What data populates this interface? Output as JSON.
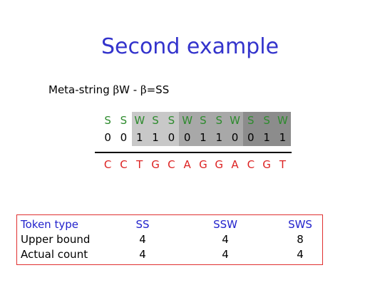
{
  "slide": {
    "title": "Second example",
    "meta_prefix": "Meta-string ",
    "meta_beta1": "β",
    "meta_mid": "W - ",
    "meta_beta2": "β",
    "meta_suffix": "=SS"
  },
  "sequence": {
    "top_row": [
      "S",
      "S",
      "W",
      "S",
      "S",
      "W",
      "S",
      "S",
      "W",
      "S",
      "S",
      "W"
    ],
    "bottom_row": [
      "0",
      "0",
      "1",
      "1",
      "0",
      "0",
      "1",
      "1",
      "0",
      "0",
      "1",
      "1"
    ],
    "dna_row": [
      "C",
      "C",
      "T",
      "G",
      "C",
      "A",
      "G",
      "G",
      "A",
      "C",
      "G",
      "T"
    ],
    "cell_shades": [
      "#ffffff",
      "#ffffff",
      "#c8c8c8",
      "#c8c8c8",
      "#c8c8c8",
      "#a8a8a8",
      "#a8a8a8",
      "#a8a8a8",
      "#a8a8a8",
      "#8c8c8c",
      "#8c8c8c",
      "#8c8c8c"
    ]
  },
  "token_table": {
    "headers": [
      "Token type",
      "SS",
      "SSW",
      "SWS"
    ],
    "rows": [
      {
        "label": "Upper bound",
        "values": [
          "4",
          "4",
          "8"
        ]
      },
      {
        "label": "Actual count",
        "values": [
          "4",
          "4",
          "4"
        ]
      }
    ]
  },
  "colors": {
    "title": "#3333cc",
    "top_letters": "#2e8b2e",
    "dna_letters": "#dd2222",
    "table_border": "#e03030",
    "table_header": "#2222cc"
  }
}
